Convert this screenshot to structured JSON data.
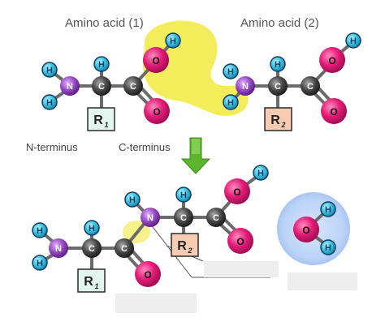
{
  "labels": {
    "amino_acid_1": "Amino acid (1)",
    "amino_acid_2": "Amino acid (2)",
    "n_terminus": "N-terminus",
    "c_terminus": "C-terminus"
  },
  "atoms": {
    "hydrogen": "H",
    "nitrogen": "N",
    "carbon": "C",
    "oxygen": "O",
    "r1_main": "R",
    "r1_sub": "1",
    "r2_main": "R",
    "r2_sub": "2"
  },
  "colors": {
    "hydrogen_fill": "#3cc3e0",
    "hydrogen_stroke": "#0f3e64",
    "nitrogen": "#9a4cc4",
    "carbon": "#4a4a4a",
    "oxygen": "#e41c77",
    "r1_box": "#e3f6ef",
    "r2_box": "#f9ccb2",
    "highlight_yellow": "#f3ec52",
    "water_glow": "#bcd4f7",
    "arrow_green": "#5cb52d"
  },
  "icons": {
    "arrow": "green-down-arrow",
    "water": "water-molecule-icon"
  }
}
